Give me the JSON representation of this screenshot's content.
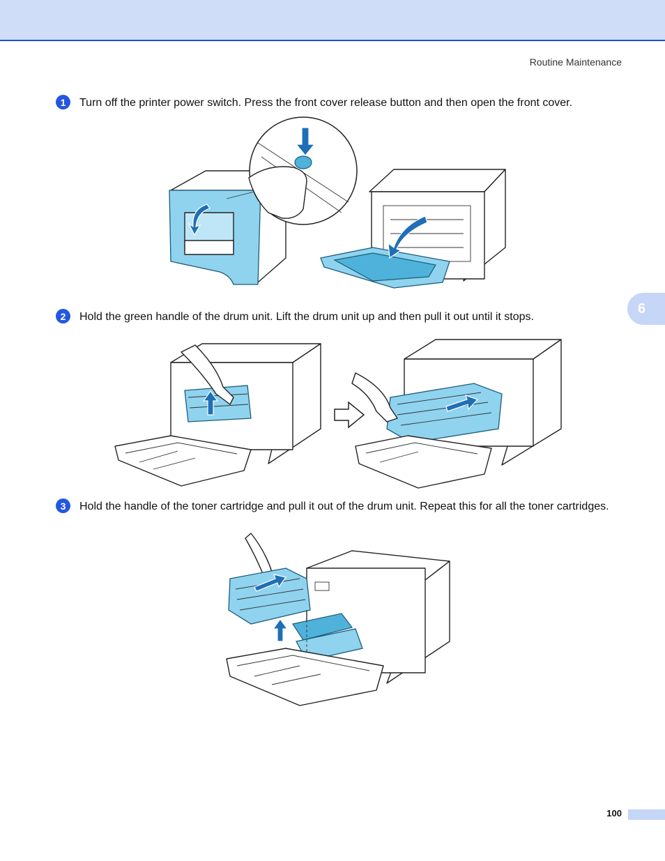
{
  "header": {
    "section_title": "Routine Maintenance"
  },
  "chapter_tab": {
    "number": "6"
  },
  "steps": [
    {
      "number": "1",
      "text": "Turn off the printer power switch. Press the front cover release button and then open the front cover."
    },
    {
      "number": "2",
      "text": "Hold the green handle of the drum unit. Lift the drum unit up and then pull it out until it stops."
    },
    {
      "number": "3",
      "text": "Hold the handle of the toner cartridge and pull it out of the drum unit. Repeat this for all the toner cartridges."
    }
  ],
  "footer": {
    "page_number": "100"
  },
  "colors": {
    "header_band": "#cfddf9",
    "header_rule": "#1f52c8",
    "step_marker": "#2456e0",
    "tab": "#c5d6f7",
    "illustration_highlight": "#8fd3ef"
  }
}
